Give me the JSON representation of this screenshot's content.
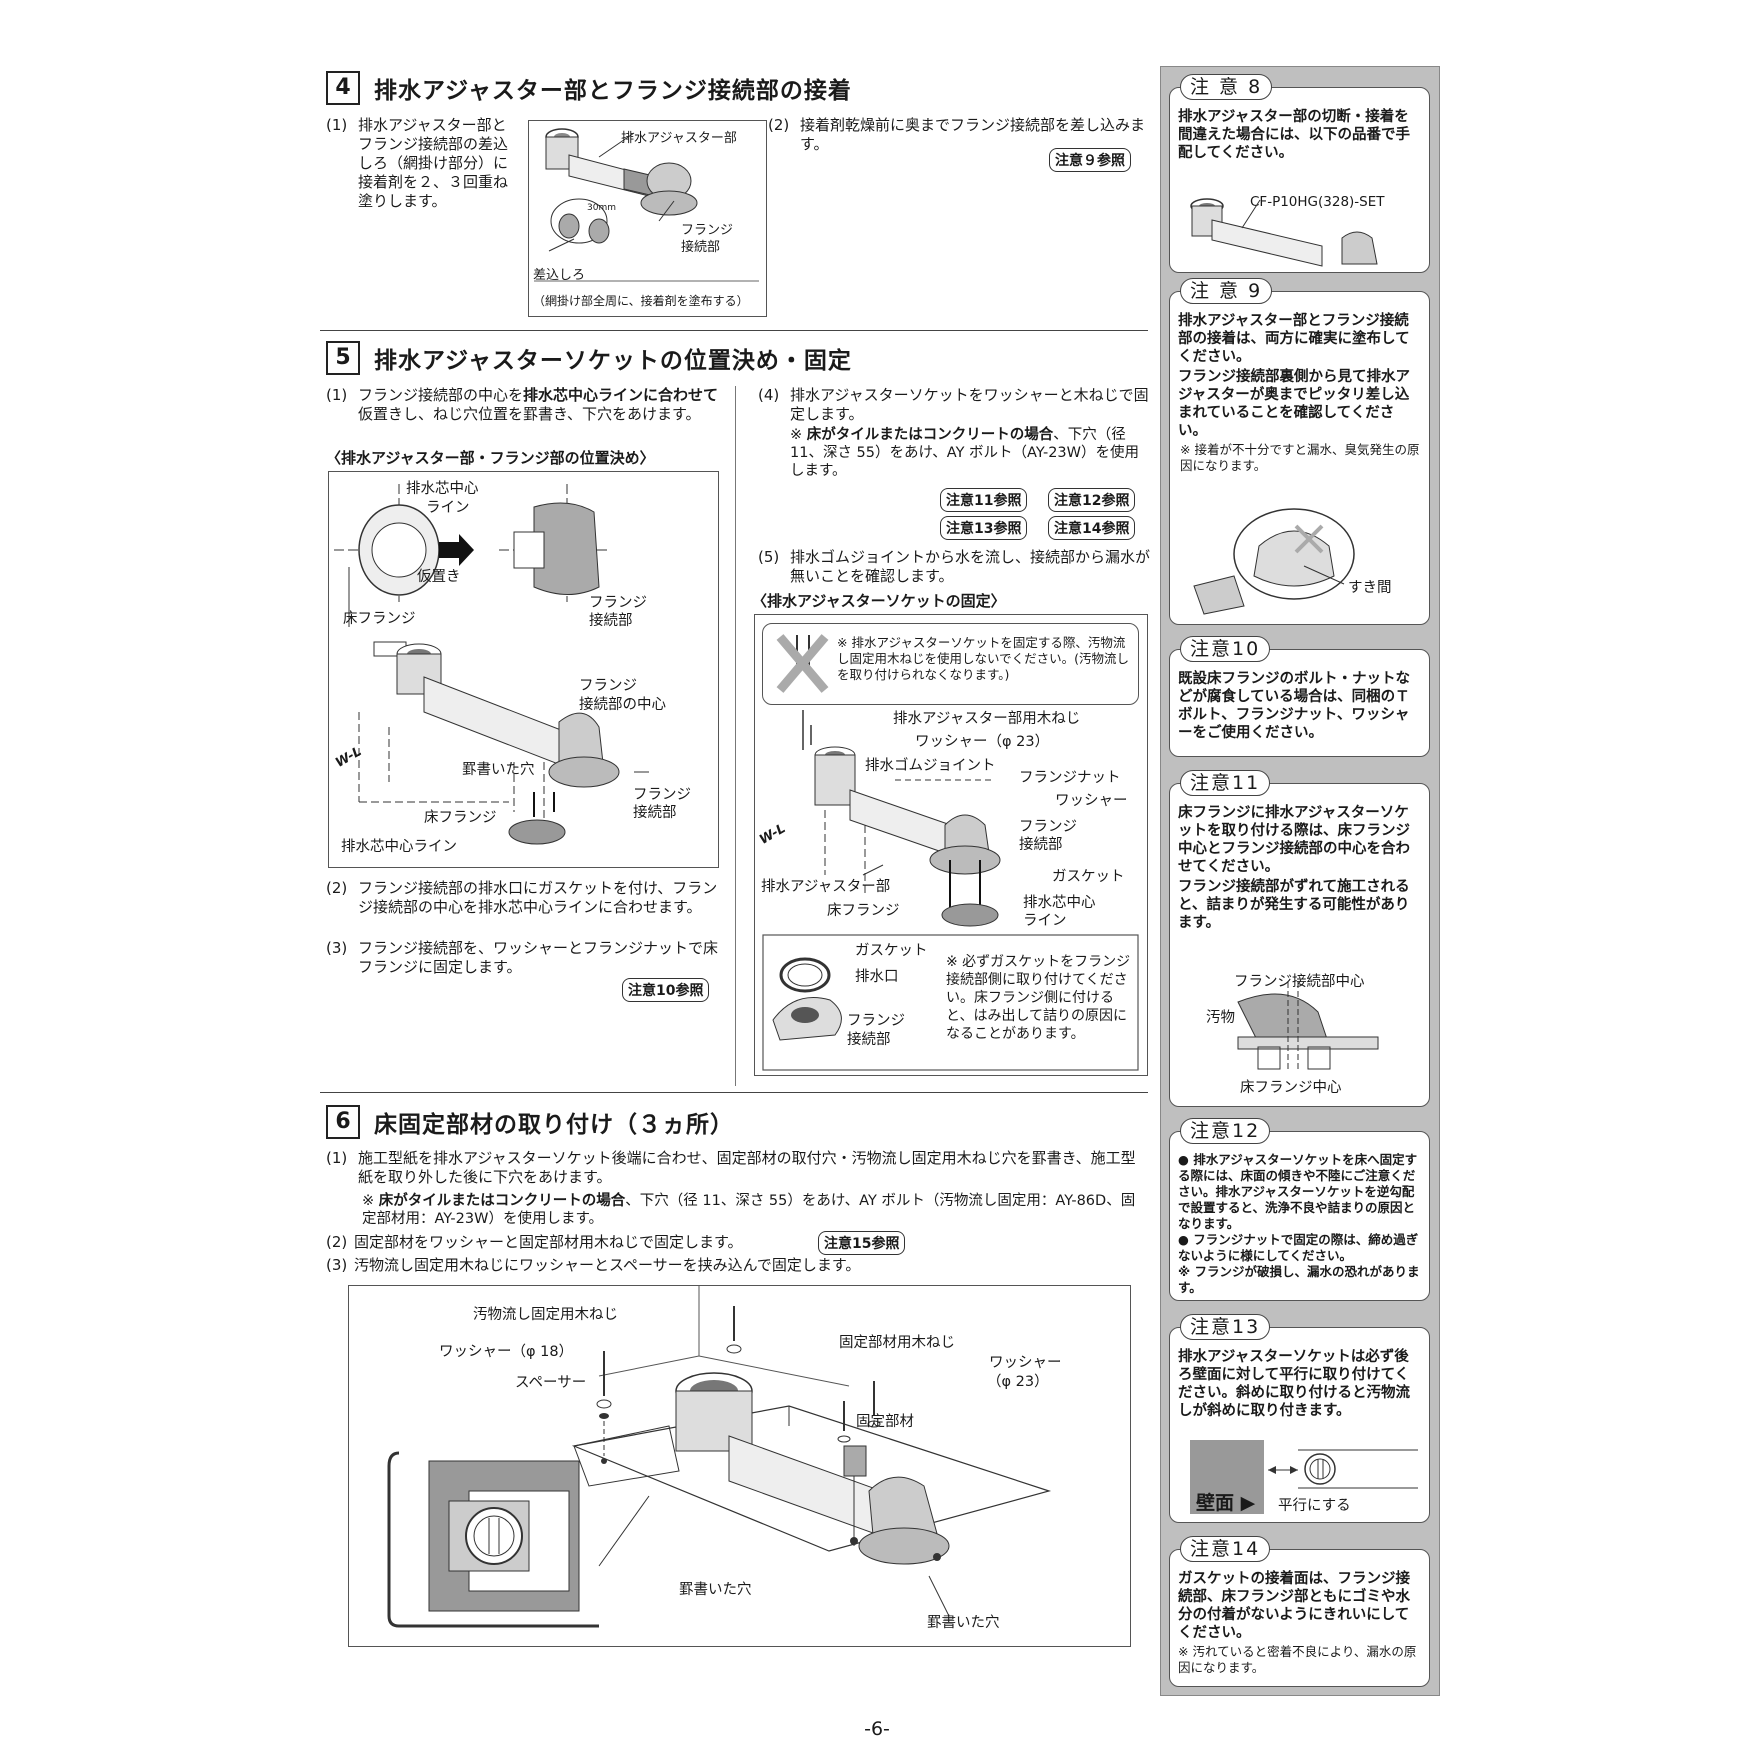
{
  "s4": {
    "num": "4",
    "title": "排水アジャスター部とフランジ接続部の接着",
    "step1_num": "(1)",
    "step1": "排水アジャスター部とフランジ接続部の差込しろ（網掛け部分）に接着剤を２、３回重ね塗りします。",
    "fig_adjuster": "排水アジャスター部",
    "fig_30mm": "30mm",
    "fig_flange1": "フランジ",
    "fig_flange2": "接続部",
    "fig_insert": "差込しろ",
    "fig_note": "（網掛け部全周に、接着剤を塗布する）",
    "step2_num": "(2)",
    "step2": "接着剤乾燥前に奥までフランジ接続部を差し込みます。",
    "ref9": "注意９参照"
  },
  "s5": {
    "num": "5",
    "title": "排水アジャスターソケットの位置決め・固定",
    "step1_num": "(1)",
    "step1_a": "フランジ接続部の中心を",
    "step1_b": "排水芯中心ラインに合わせて",
    "step1_c": "仮置きし、ねじ穴位置を罫書き、下穴をあけます。",
    "caption1": "〈排水アジャスター部・フランジ部の位置決め〉",
    "f1_center1": "排水芯中心",
    "f1_center2": "ライン",
    "f1_temp": "仮置き",
    "f1_flange1": "フランジ",
    "f1_flange2": "接続部",
    "f1_floor": "床フランジ",
    "f1_fc1": "フランジ",
    "f1_fc2": "接続部の中心",
    "f1_wl": "W-L",
    "f1_marked": "罫書いた穴",
    "f1_fj1": "フランジ",
    "f1_fj2": "接続部",
    "f1_floor2": "床フランジ",
    "f1_drain": "排水芯中心ライン",
    "step2_num": "(2)",
    "step2": "フランジ接続部の排水口にガスケットを付け、フランジ接続部の中心を排水芯中心ラインに合わせます。",
    "step3_num": "(3)",
    "step3": "フランジ接続部を、ワッシャーとフランジナットで床フランジに固定します。",
    "ref10": "注意10参照",
    "step4_num": "(4)",
    "step4": "排水アジャスターソケットをワッシャーと木ねじで固定します。",
    "step4_note_mark": "※",
    "step4_note_b": "床がタイルまたはコンクリートの場合",
    "step4_note": "、下穴（径 11、深さ 55）をあけ、AY ボルト（AY-23W）を使用します。",
    "ref11": "注意11参照",
    "ref12": "注意12参照",
    "ref13": "注意13参照",
    "ref14": "注意14参照",
    "step5_num": "(5)",
    "step5": "排水ゴムジョイントから水を流し、接続部から漏水が無いことを確認します。",
    "caption2": "〈排水アジャスターソケットの固定〉",
    "f2_warn": "※ 排水アジャスターソケットを固定する際、汚物流し固定用木ねじを使用しないでください。(汚物流しを取り付けられなくなります。)",
    "f2_screw": "排水アジャスター部用木ねじ",
    "f2_washer23": "ワッシャー（φ 23）",
    "f2_rubber": "排水ゴムジョイント",
    "f2_nut": "フランジナット",
    "f2_washer": "ワッシャー",
    "f2_fj1": "フランジ",
    "f2_fj2": "接続部",
    "f2_gasket": "ガスケット",
    "f2_wl": "W-L",
    "f2_adj": "排水アジャスター部",
    "f2_floor": "床フランジ",
    "f2_drain1": "排水芯中心",
    "f2_drain2": "ライン",
    "f3_gasket": "ガスケット",
    "f3_outlet": "排水口",
    "f3_fj1": "フランジ",
    "f3_fj2": "接続部",
    "f3_note": "※ 必ずガスケットをフランジ接続部側に取り付けてください。床フランジ側に付けると、はみ出して詰りの原因になることがあります。"
  },
  "s6": {
    "num": "6",
    "title": "床固定部材の取り付け（３ヵ所）",
    "step1_num": "(1)",
    "step1": "施工型紙を排水アジャスターソケット後端に合わせ、固定部材の取付穴・汚物流し固定用木ねじ穴を罫書き、施工型紙を取り外した後に下穴をあけます。",
    "step1_note_mark": "※",
    "step1_note_b": "床がタイルまたはコンクリートの場合",
    "step1_note": "、下穴（径 11、深さ 55）をあけ、AY ボルト（汚物流し固定用：AY-86D、固定部材用：AY-23W）を使用します。",
    "step2_num": "(2)",
    "step2": "固定部材をワッシャーと固定部材用木ねじで固定します。",
    "ref15": "注意15参照",
    "step3_num": "(3)",
    "step3": "汚物流し固定用木ねじにワッシャーとスペーサーを挟み込んで固定します。",
    "f_screw": "汚物流し固定用木ねじ",
    "f_washer18": "ワッシャー（φ 18）",
    "f_spacer": "スペーサー",
    "f_fixscrew": "固定部材用木ねじ",
    "f_washer23a": "ワッシャー",
    "f_washer23b": "（φ 23）",
    "f_fixpart": "固定部材",
    "f_marked1": "罫書いた穴",
    "f_marked2": "罫書いた穴"
  },
  "cautions": {
    "c8": {
      "tag": "注 意 8",
      "text": "排水アジャスター部の切断・接着を間違えた場合には、以下の品番で手配してください。",
      "part": "CF-P10HG(328)-SET"
    },
    "c9": {
      "tag": "注 意 9",
      "text1": "排水アジャスター部とフランジ接続部の接着は、両方に確実に塗布してください。",
      "text2": "フランジ接続部裏側から見て排水アジャスターが奥までピッタリ差し込まれていることを確認してください。",
      "sub": "※ 接着が不十分ですと漏水、臭気発生の原因になります。",
      "gap": "すき間"
    },
    "c10": {
      "tag": "注意10",
      "text": "既設床フランジのボルト・ナットなどが腐食している場合は、同梱のＴボルト、フランジナット、ワッシャーをご使用ください。"
    },
    "c11": {
      "tag": "注意11",
      "text1": "床フランジに排水アジャスターソケットを取り付ける際は、床フランジ中心とフランジ接続部の中心を合わせてください。",
      "text2": "フランジ接続部がずれて施工されると、詰まりが発生する可能性があります。",
      "fig_center": "フランジ接続部中心",
      "fig_waste": "汚物",
      "fig_floor": "床フランジ中心"
    },
    "c12": {
      "tag": "注意12",
      "b1": "● 排水アジャスターソケットを床へ固定する際には、床面の傾きや不陸にご注意ください。排水アジャスターソケットを逆勾配で設置すると、洗浄不良や詰まりの原因となります。",
      "b2": "● フランジナットで固定の際は、締め過ぎないように様にしてください。",
      "b3": "※ フランジが破損し、漏水の恐れがあります。"
    },
    "c13": {
      "tag": "注意13",
      "text": "排水アジャスターソケットは必ず後ろ壁面に対して平行に取り付けてください。斜めに取り付けると汚物流しが斜めに取り付きます。",
      "wall": "壁面 ▶",
      "parallel": "平行にする"
    },
    "c14": {
      "tag": "注意14",
      "text": "ガスケットの接着面は、フランジ接続部、床フランジ部ともにゴミや水分の付着がないようにきれいにしてください。",
      "sub": "※ 汚れていると密着不良により、漏水の原因になります。"
    }
  },
  "page_number": "-6-"
}
